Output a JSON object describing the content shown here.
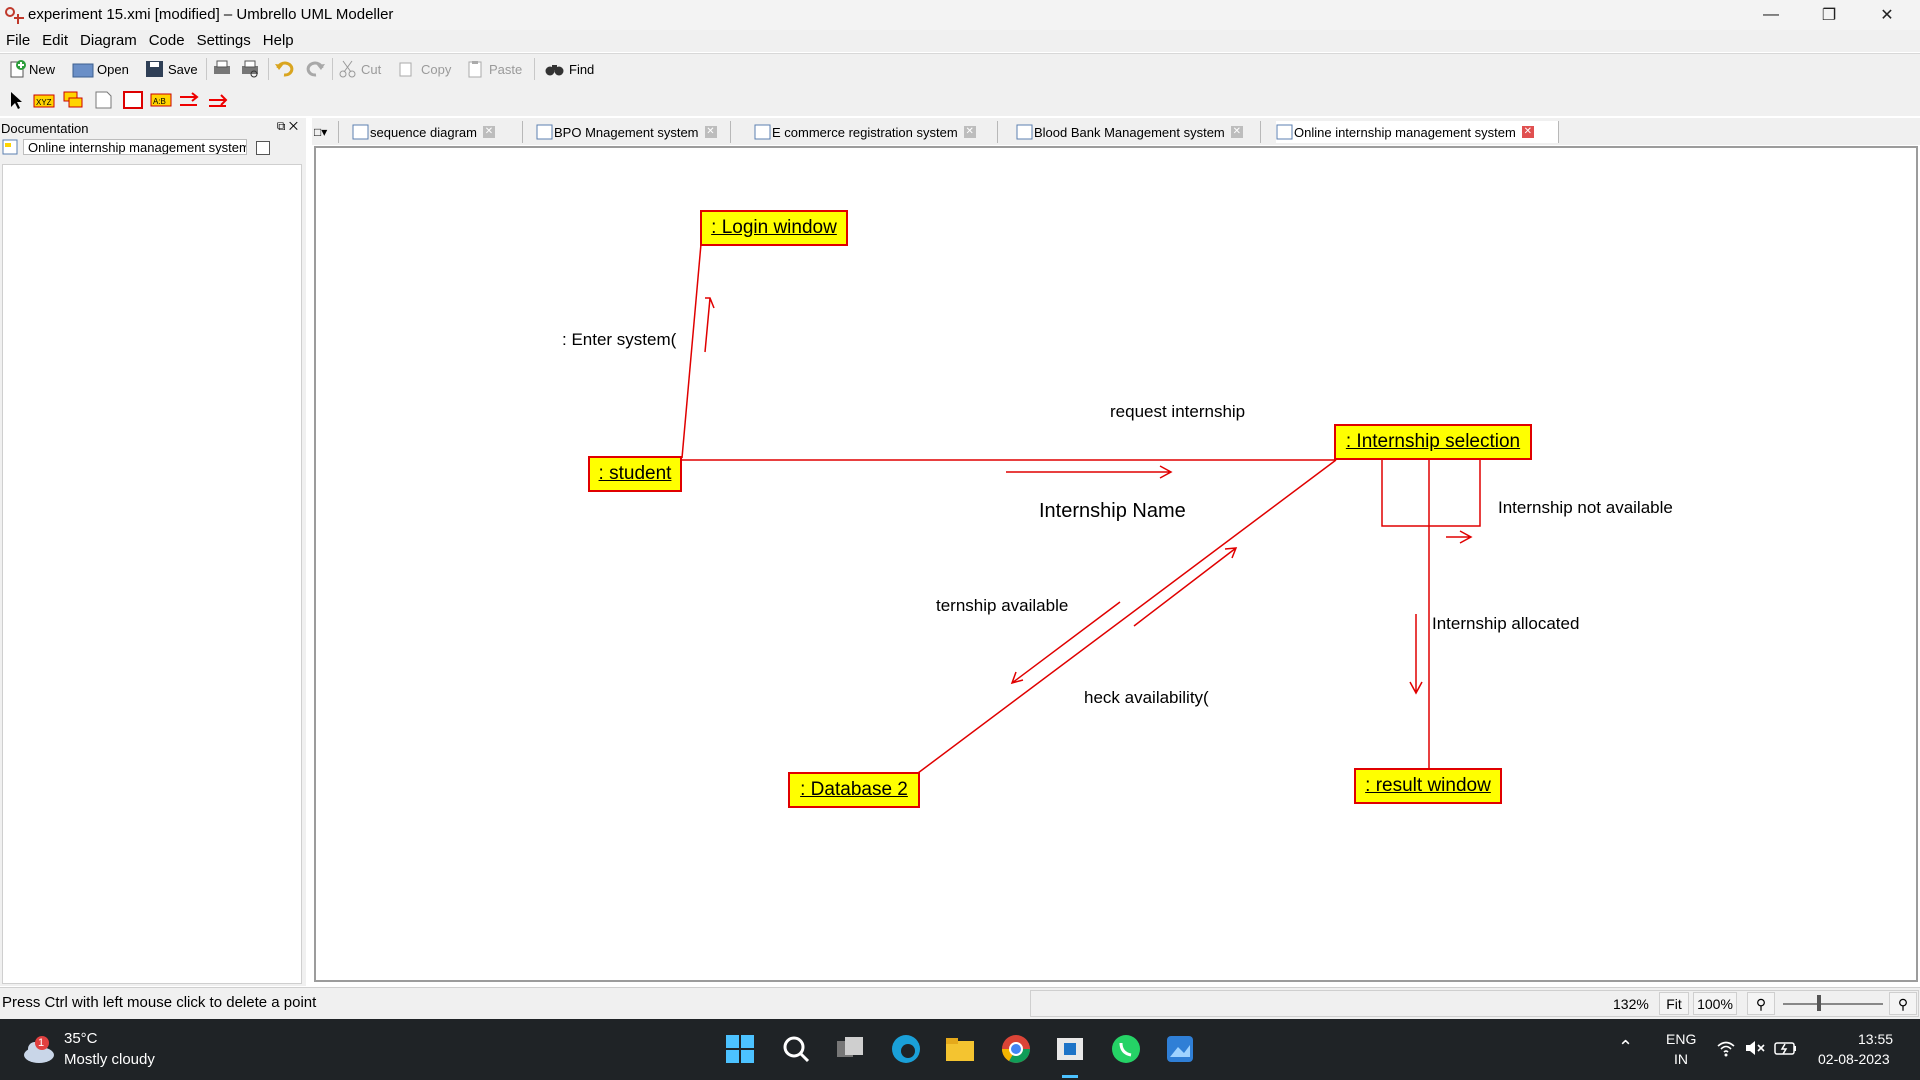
{
  "window": {
    "title": "experiment 15.xmi [modified] – Umbrello UML Modeller"
  },
  "menu": [
    "File",
    "Edit",
    "Diagram",
    "Code",
    "Settings",
    "Help"
  ],
  "toolbar": {
    "new": "New",
    "open": "Open",
    "save": "Save",
    "cut": "Cut",
    "copy": "Copy",
    "paste": "Paste",
    "find": "Find"
  },
  "dock": {
    "title": "Documentation",
    "item": "Online internship management system"
  },
  "tabs": [
    {
      "label": "sequence diagram"
    },
    {
      "label": "BPO Mnagement system"
    },
    {
      "label": "E commerce registration system"
    },
    {
      "label": "Blood Bank Management system"
    },
    {
      "label": "Online internship management system",
      "active": true
    }
  ],
  "diagram": {
    "objects": {
      "login": ": Login window",
      "student": ": student",
      "internship": ": Internship selection",
      "database": ": Database 2",
      "result": ": result window"
    },
    "messages": {
      "enter_system": ": Enter system(",
      "request_internship": "request internship",
      "internship_name": "Internship Name",
      "not_available": "Internship not available",
      "available": "ternship available",
      "check_availability": "heck availability(",
      "allocated": "Internship allocated"
    },
    "line_color": "#e00000",
    "object_fill": "#ffff00"
  },
  "status": {
    "hint": "Press Ctrl with left mouse click to delete a point",
    "zoom": "132%",
    "fit": "Fit",
    "hundred": "100%"
  },
  "taskbar": {
    "weather_temp": "35°C",
    "weather_desc": "Mostly cloudy",
    "weather_badge": "1",
    "lang": "ENG",
    "region": "IN",
    "time": "13:55",
    "date": "02-08-2023"
  }
}
